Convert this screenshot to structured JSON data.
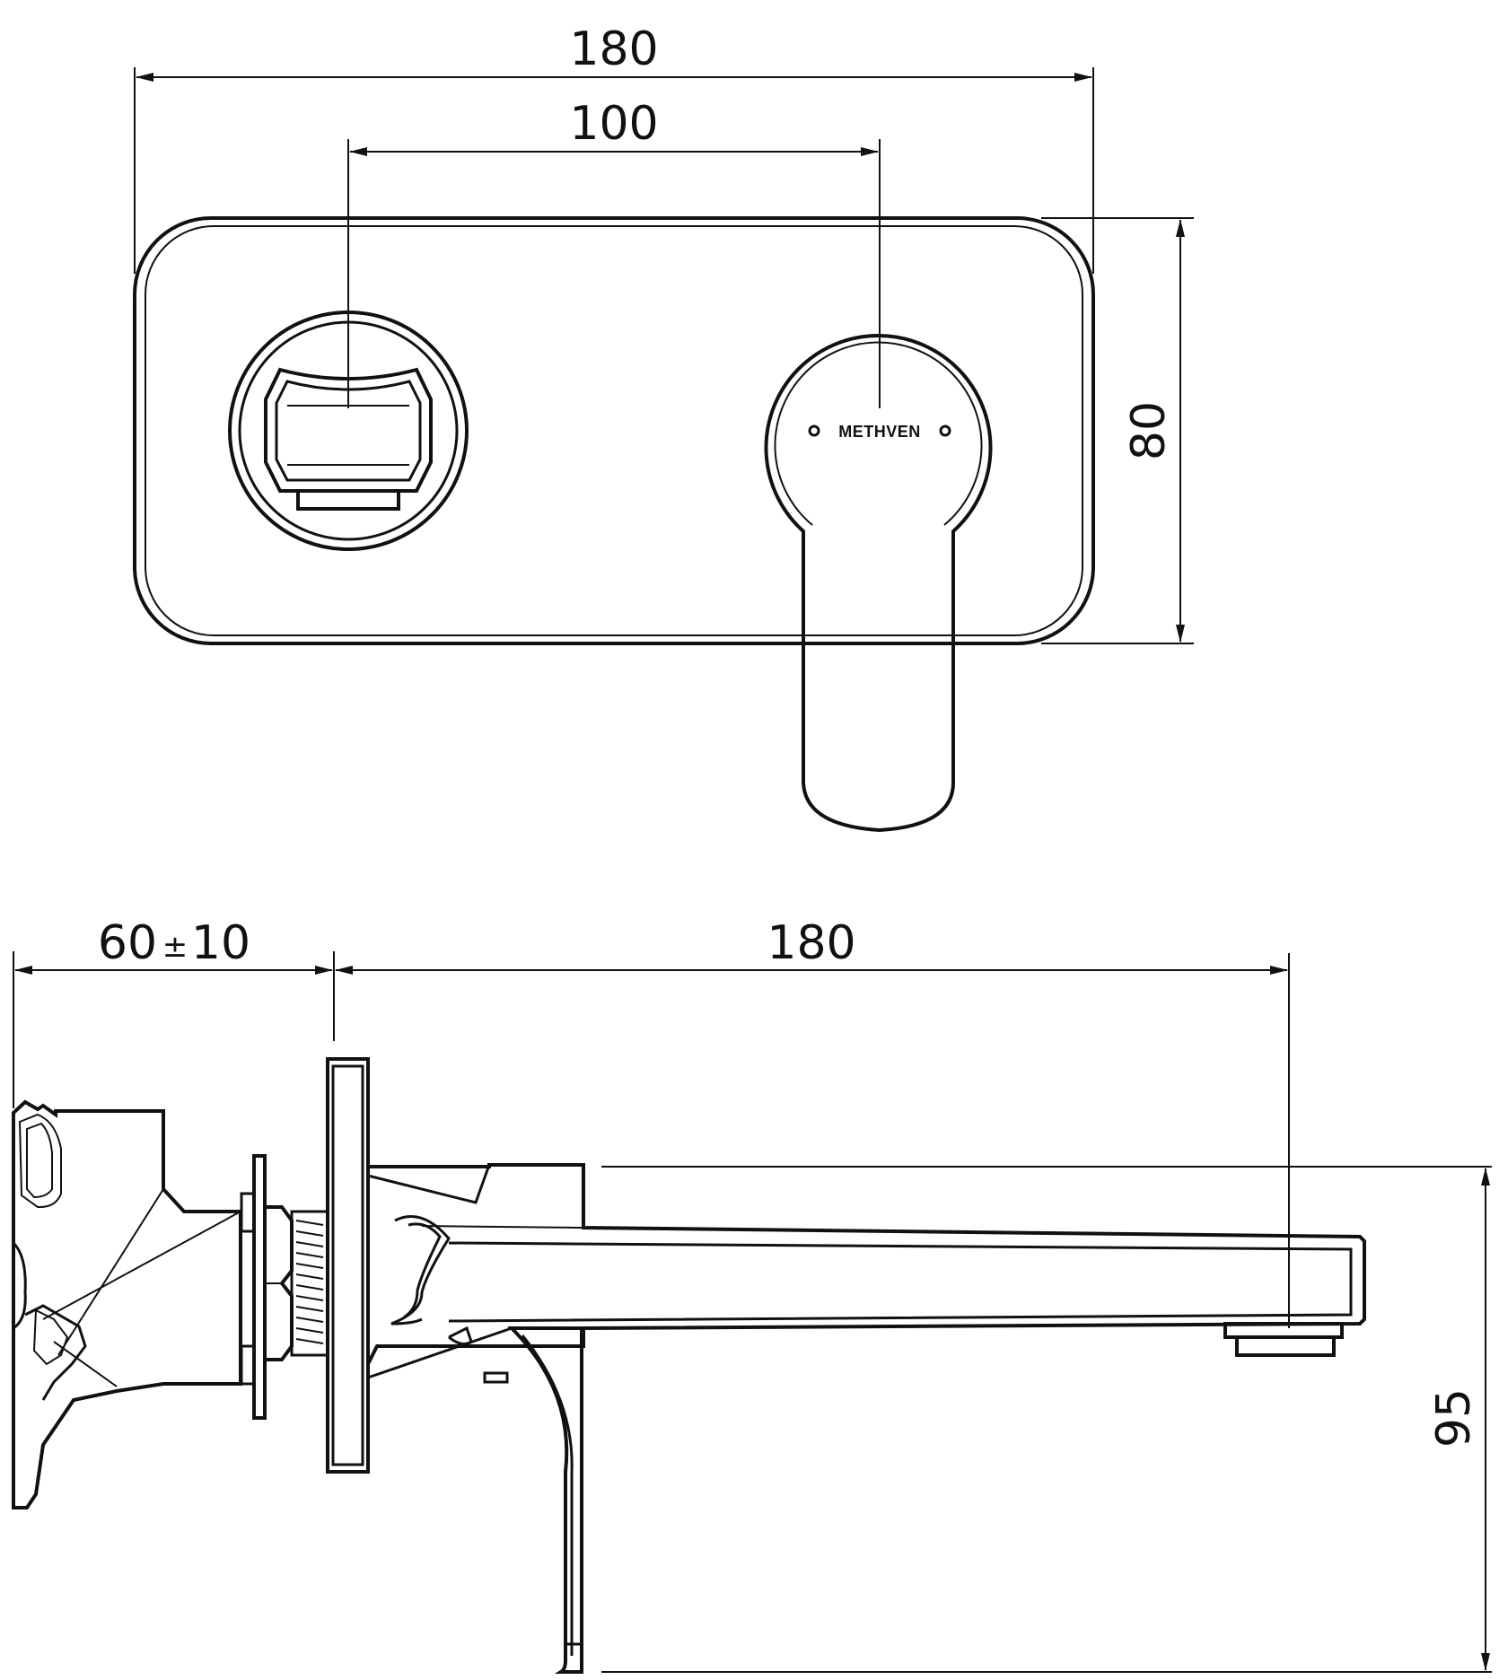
{
  "front_view": {
    "dim_overall_width": "180",
    "dim_centers": "100",
    "dim_height": "80",
    "logo": "METHVEN"
  },
  "side_view": {
    "dim_wall_depth": "60",
    "dim_tolerance_sign": "±",
    "dim_tolerance": "10",
    "dim_spout_reach": "180",
    "dim_height": "95"
  }
}
